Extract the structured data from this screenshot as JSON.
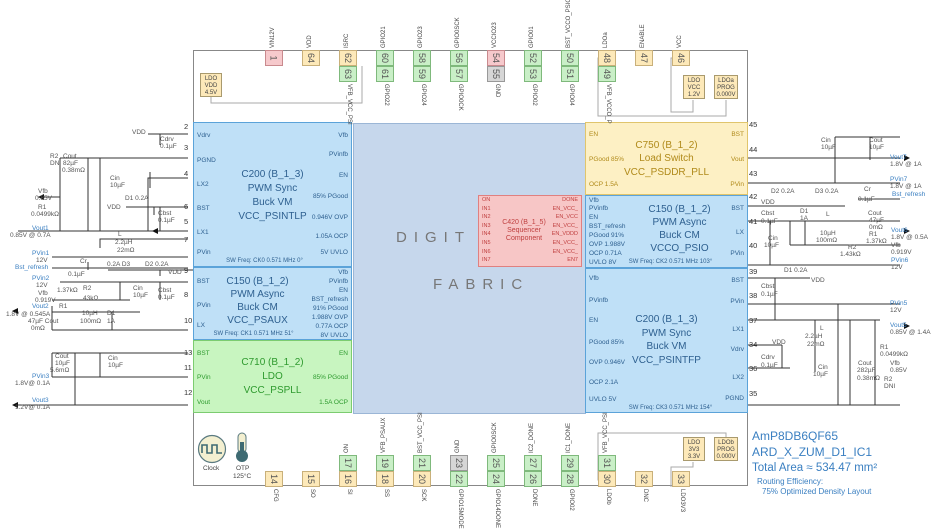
{
  "chip": {
    "top_row1": [
      {
        "num": "1",
        "label": "VIN12V",
        "color": "pink"
      },
      {
        "num": "64",
        "label": "VDD",
        "color": "yellow"
      },
      {
        "num": "62",
        "label": "ISRC",
        "color": "yellow"
      },
      {
        "num": "60",
        "label": "GPIO21",
        "color": "green"
      },
      {
        "num": "58",
        "label": "GPIO23",
        "color": "green"
      },
      {
        "num": "56",
        "label": "GPIO0SCK",
        "color": "green"
      },
      {
        "num": "54",
        "label": "VCCIO23",
        "color": "pink"
      },
      {
        "num": "52",
        "label": "GPIO01",
        "color": "green"
      },
      {
        "num": "50",
        "label": "BST_VCCO_PSIO",
        "color": "green"
      },
      {
        "num": "48",
        "label": "LDOa",
        "color": "yellow"
      },
      {
        "num": "47",
        "label": "ENABLE",
        "color": "yellow"
      },
      {
        "num": "46",
        "label": "VCC",
        "color": "yellow"
      }
    ],
    "top_row2": [
      null,
      null,
      {
        "num": "63",
        "label": "VFB_VCC_PSI",
        "color": "green"
      },
      {
        "num": "61",
        "label": "GPIO22",
        "color": "green"
      },
      {
        "num": "59",
        "label": "GPIO24",
        "color": "green"
      },
      {
        "num": "57",
        "label": "GPIO0CK",
        "color": "green"
      },
      {
        "num": "55",
        "label": "GND",
        "color": "gray"
      },
      {
        "num": "53",
        "label": "GPIO02",
        "color": "green"
      },
      {
        "num": "51",
        "label": "GPIO04",
        "color": "green"
      },
      {
        "num": "49",
        "label": "VFB_VCCO_P",
        "color": "green"
      },
      null,
      null
    ],
    "bottom_row1": [
      null,
      null,
      {
        "num": "17",
        "label": "ON",
        "color": "green"
      },
      {
        "num": "19",
        "label": "VFB_PSAUX",
        "color": "green"
      },
      {
        "num": "21",
        "label": "BST_VCC_PSI",
        "color": "green"
      },
      {
        "num": "23",
        "label": "GND",
        "color": "gray"
      },
      {
        "num": "25",
        "label": "GPIO0SCK",
        "color": "green"
      },
      {
        "num": "27",
        "label": "IC2_DONE",
        "color": "green"
      },
      {
        "num": "29",
        "label": "IC1_DONE",
        "color": "green"
      },
      {
        "num": "31",
        "label": "VFB_VCC_PSI",
        "color": "green"
      },
      null,
      null
    ],
    "bottom_row2": [
      {
        "num": "14",
        "label": "CFG",
        "color": "yellow"
      },
      {
        "num": "15",
        "label": "SO",
        "color": "yellow"
      },
      {
        "num": "16",
        "label": "SI",
        "color": "yellow"
      },
      {
        "num": "18",
        "label": "SS",
        "color": "yellow"
      },
      {
        "num": "20",
        "label": "SCK",
        "color": "yellow"
      },
      {
        "num": "22",
        "label": "GPIO15MODE",
        "color": "green"
      },
      {
        "num": "24",
        "label": "GPIO14DONE",
        "color": "green"
      },
      {
        "num": "26",
        "label": "DONE",
        "color": "green"
      },
      {
        "num": "28",
        "label": "GPIO02",
        "color": "green"
      },
      {
        "num": "30",
        "label": "LDOb",
        "color": "yellow"
      },
      {
        "num": "32",
        "label": "DNC",
        "color": "yellow"
      },
      {
        "num": "33",
        "label": "LDO3V3",
        "color": "yellow"
      }
    ],
    "left_pin_numbers": [
      "2",
      "3",
      "4",
      "6",
      "5",
      "7",
      "9",
      "8",
      "10",
      "13",
      "11",
      "12"
    ],
    "right_pin_numbers": [
      "45",
      "44",
      "43",
      "42",
      "41",
      "40",
      "39",
      "38",
      "37",
      "34",
      "36",
      "35"
    ],
    "ldo_top_left": [
      "LDO",
      "VDD",
      "4.5V"
    ],
    "ldo_top_vcc": [
      "LDO",
      "VCC",
      "1.2V"
    ],
    "ldo_top_prog": [
      "LDOa",
      "PROG",
      "0.000V"
    ],
    "ldo_bottom_3v3": [
      "LDO",
      "3V3",
      "3.3V"
    ],
    "ldo_bottom_prog": [
      "LDOb",
      "PROG",
      "0.000V"
    ],
    "clock_label": "Clock",
    "otp_label": "OTP",
    "otp_temp": "125°C",
    "fabric_word1": "DIGIT",
    "fabric_word2": "FABRIC"
  },
  "blocks": {
    "c200_left": {
      "title": [
        "C200 (B_1_3)",
        "PWM Sync",
        "Buck VM",
        "VCC_PSINTLP"
      ],
      "left_pins": [
        "Vdrv",
        "PGND",
        "LX2",
        "BST",
        "LX1",
        "PVin"
      ],
      "right_pins": [
        "Vfb",
        "PVinfb",
        "EN",
        "85% PGood",
        "0.946V OVP",
        "1.05A OCP",
        "5V UVLO"
      ],
      "sw": "SW Freq: CK0 0.571 MHz 0°"
    },
    "c150_left": {
      "title": [
        "C150 (B_1_2)",
        "PWM Async",
        "Buck CM",
        "VCC_PSAUX"
      ],
      "left_pins": [
        "BST",
        "PVin",
        "LX"
      ],
      "right_pins": [
        "Vfb",
        "PVinfb",
        "EN",
        "BST_refresh",
        "91% PGood",
        "1.988V OVP",
        "0.77A OCP",
        "8V UVLO"
      ],
      "sw": "SW Freq: CK1 0.571 MHz 51°"
    },
    "c710": {
      "title": [
        "C710 (B_1_2)",
        "LDO",
        "VCC_PSPLL"
      ],
      "left_pins": [
        "BST",
        "PVin",
        "Vout"
      ],
      "right_pins": [
        "EN",
        "85% PGood",
        "1.5A OCP"
      ]
    },
    "c750": {
      "title": [
        "C750 (B_1_2)",
        "Load Switch",
        "VCC_PSDDR_PLL"
      ],
      "left_pins": [
        "EN",
        "PGood 85%",
        "OCP 1.5A"
      ],
      "right_pins": [
        "BST",
        "Vout",
        "PVin"
      ]
    },
    "c150_right": {
      "title": [
        "C150 (B_1_2)",
        "PWM Async",
        "Buck CM",
        "VCCO_PSIO"
      ],
      "left_pins": [
        "Vfb",
        "PVinfb",
        "EN",
        "BST_refresh",
        "PGood 91%",
        "OVP 1.988V",
        "OCP 0.71A",
        "UVLO 8V"
      ],
      "right_pins": [
        "BST",
        "LX",
        "PVin"
      ],
      "sw": "SW Freq: CK2 0.571 MHz 103°"
    },
    "c200_right": {
      "title": [
        "C200 (B_1_3)",
        "PWM Sync",
        "Buck VM",
        "VCC_PSINTFP"
      ],
      "left_pins": [
        "Vfb",
        "PVinfb",
        "EN",
        "PGood 85%",
        "OVP 0.946V",
        "OCP 2.1A",
        "UVLO 5V"
      ],
      "right_pins": [
        "BST",
        "PVin",
        "LX1",
        "Vdrv",
        "LX2",
        "PGND"
      ],
      "sw": "SW Freq: CK3 0.571 MHz 154°"
    },
    "sequencer": {
      "title": [
        "C420 (B_1_5)",
        "Sequencer",
        "Component"
      ],
      "inputs": [
        "ON",
        "IN1",
        "IN2",
        "IN3",
        "IN4",
        "IN5",
        "IN6",
        "IN7"
      ],
      "outputs": [
        "DONE",
        "EN_VCC_",
        "EN_VCC",
        "EN_VCC_",
        "EN_VDDD",
        "EN_VCC_",
        "EN_VCC_",
        "EN7"
      ]
    }
  },
  "left_circuit": {
    "labels": [
      "VDD",
      "Cdrv",
      "0.1µF",
      "R2",
      "DNI",
      "Cout",
      "82µF",
      "0.38mΩ",
      "Cin",
      "10µF",
      "Vfb",
      "0.85V",
      "R1",
      "0.0499kΩ",
      "D1 0.2A",
      "VDD",
      "Cbst",
      "0.1µF",
      "Vout1",
      "0.85V @ 0.7A",
      "L",
      "2.2µH",
      "22mΩ",
      "PVin1",
      "12V",
      "Cr",
      "0.1µF",
      "Bst_refresh",
      "0.2A  D3",
      "D2 0.2A",
      "VDD",
      "PVin2",
      "12V",
      "Cin",
      "10µF",
      "Cbst",
      "0.1µF",
      "Vfb",
      "0.919V",
      "1.37kΩ",
      "R2",
      "43kΩ",
      "R1",
      "Vout2",
      "1.8V @ 0.545A",
      "47µF  Cout",
      "0mΩ",
      "10µH",
      "100mΩ",
      "D1",
      "1A",
      "Cout",
      "10µF",
      "5.6mΩ",
      "Cin",
      "10µF",
      "PVin3",
      "1.8V@ 0.1A",
      "Vout3",
      "1.2V@ 0.1A"
    ]
  },
  "right_circuit": {
    "labels": [
      "Cin",
      "10µF",
      "Cout",
      "10µF",
      "Vout7",
      "1.8V @ 1A",
      "PVin7",
      "1.8V @ 1A",
      "Bst_refresh",
      "D2 0.2A",
      "D3 0.2A",
      "Cr",
      "0.1µF",
      "VDD",
      "Cbst",
      "0.1µF",
      "D1",
      "1A",
      "L",
      "Cout",
      "47µF",
      "0mΩ",
      "10µH",
      "100mΩ",
      "R1",
      "1.37kΩ",
      "Vout6",
      "1.8V @ 0.5A",
      "Vfb",
      "0.919V",
      "PVin6",
      "12V",
      "R2",
      "1.43kΩ",
      "Cin",
      "10µF",
      "D1 0.2A",
      "VDD",
      "Cbst",
      "0.1µF",
      "PVin5",
      "12V",
      "Vout5",
      "0.85V @ 1.4A",
      "L",
      "2.2µH",
      "22mΩ",
      "VDD",
      "Cdrv",
      "0.1µF",
      "R1",
      "0.0499kΩ",
      "Vfb",
      "0.85V",
      "Cin",
      "10µF",
      "Cout",
      "282µF",
      "0.38mΩ",
      "R2",
      "DNI"
    ]
  },
  "info": {
    "part": "AmP8DB6QF65",
    "design": "ARD_X_ZUM_D1_IC1",
    "area": "Total Area ≈ 534.47 mm²",
    "routing_label": "Routing Efficiency:",
    "routing_value": "75% Optimized Density Layout"
  },
  "colors": {
    "buck_block": "#bfe0f7",
    "load_switch": "#fdf0c4",
    "ldo_block": "#c8f5c0",
    "fabric": "#c6d7ec",
    "sequencer": "#f7c6c6",
    "net_label": "#3a7fc1"
  }
}
